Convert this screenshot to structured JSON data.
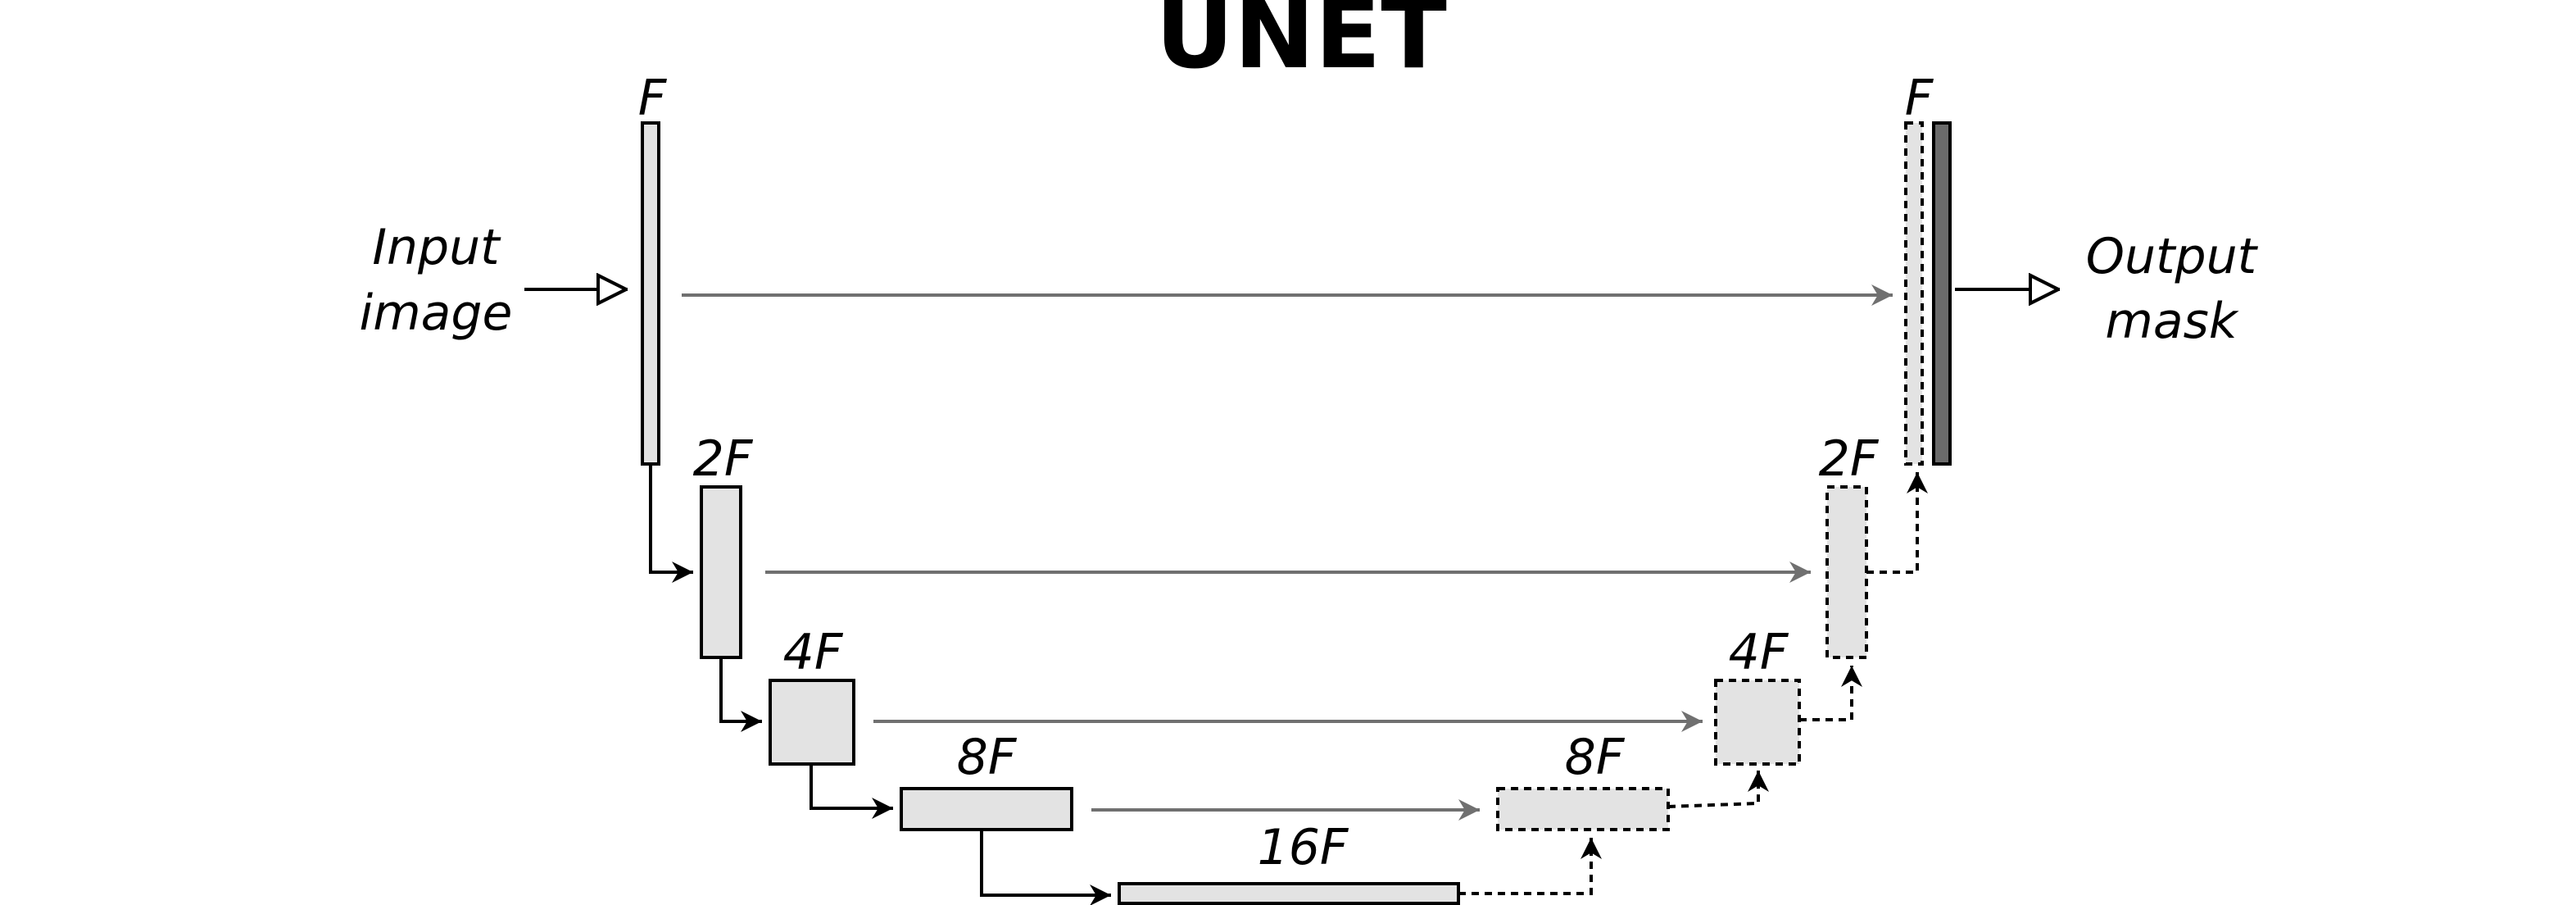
{
  "title": "UNET",
  "input_label": [
    "Input",
    "image"
  ],
  "output_label": [
    "Output",
    "mask"
  ],
  "encoder": [
    "F",
    "2F",
    "4F",
    "8F"
  ],
  "bottleneck": "16F",
  "decoder": [
    "8F",
    "4F",
    "2F",
    "F"
  ],
  "colors": {
    "block_fill": "#e3e3e3",
    "output_block": "#6b6b6b",
    "skip_arrow": "#707070",
    "stroke": "#000000"
  }
}
